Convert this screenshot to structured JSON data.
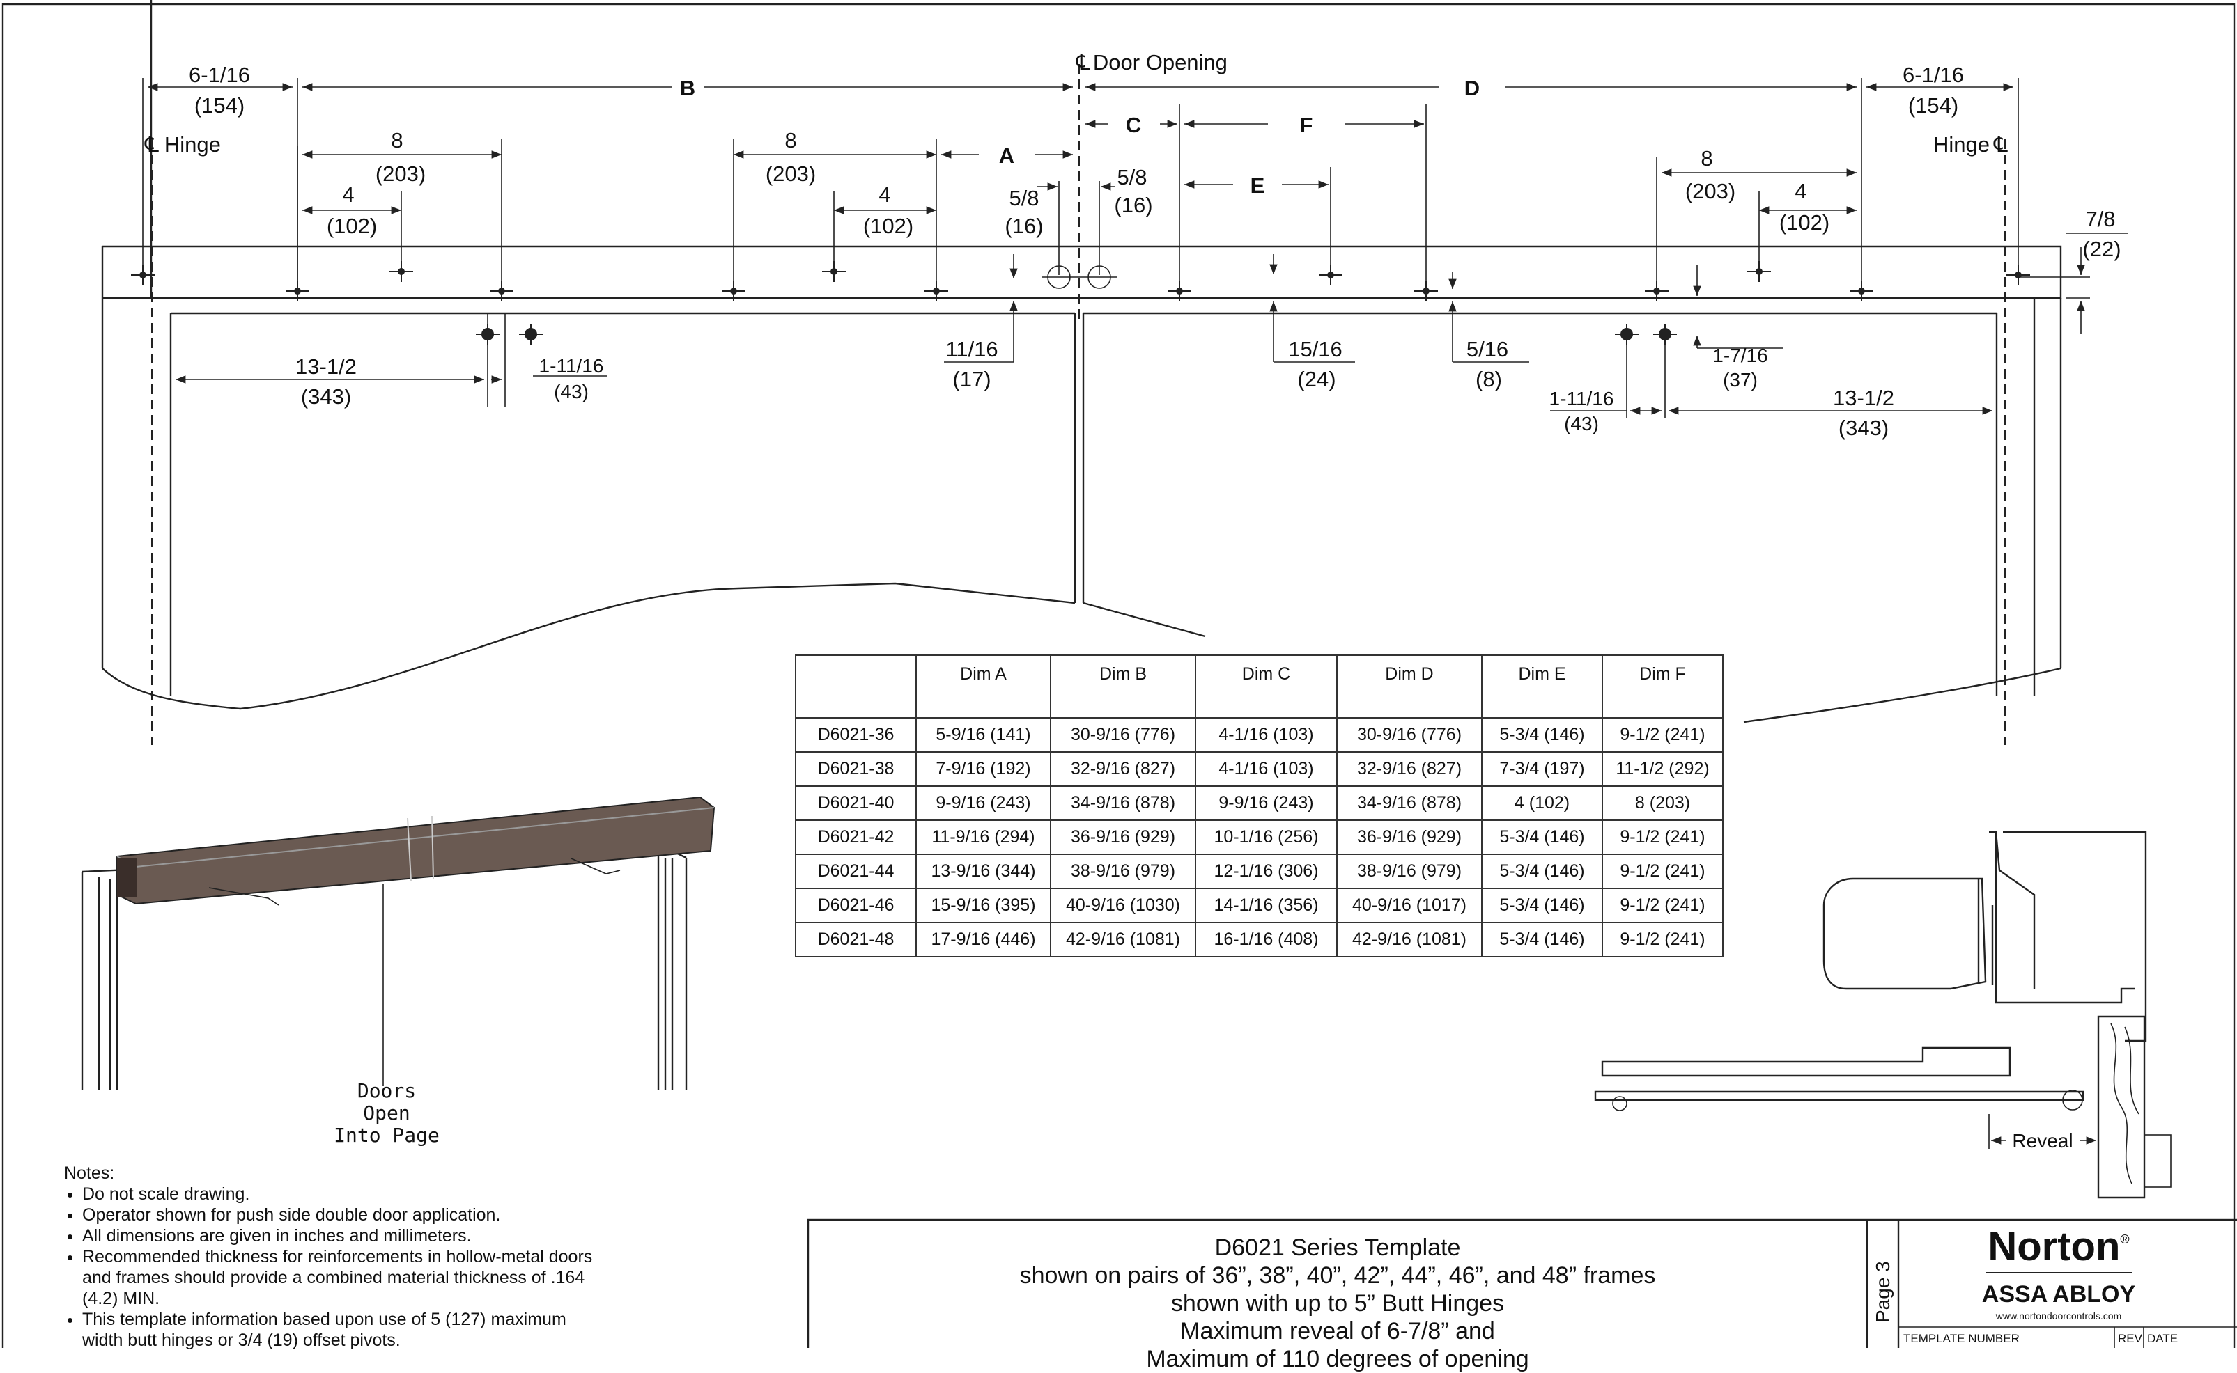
{
  "drawing": {
    "centerline_door_opening": "Door Opening",
    "centerline_hinge_left": "Hinge",
    "centerline_hinge_right": "Hinge",
    "centerline_symbol": "℄",
    "dim_labels": {
      "A": "A",
      "B": "B",
      "C": "C",
      "D": "D",
      "E": "E",
      "F": "F"
    },
    "dimensions": {
      "edge_left": [
        "6-1/16",
        "(154)"
      ],
      "edge_right": [
        "6-1/16",
        "(154)"
      ],
      "left_8_outer": [
        "8",
        "(203)"
      ],
      "left_4_outer": [
        "4",
        "(102)"
      ],
      "left_8_inner": [
        "8",
        "(203)"
      ],
      "left_4_inner": [
        "4",
        "(102)"
      ],
      "center_left": [
        "5/8",
        "(16)"
      ],
      "center_right": [
        "5/8",
        "(16)"
      ],
      "right_8": [
        "8",
        "(203)"
      ],
      "right_4": [
        "4",
        "(102)"
      ],
      "top_right": [
        "7/8",
        "(22)"
      ],
      "bottom_left_long": [
        "13-1/2",
        "(343)"
      ],
      "bottom_left_short": [
        "1-11/16",
        "(43)"
      ],
      "drop_left": [
        "11/16",
        "(17)"
      ],
      "drop_mid": [
        "15/16",
        "(24)"
      ],
      "drop_right": [
        "5/16",
        "(8)"
      ],
      "bottom_right_long": [
        "13-1/2",
        "(343)"
      ],
      "bottom_right_short": [
        "1-11/16",
        "(43)"
      ],
      "bottom_right_small": [
        "1-7/16",
        "(37)"
      ]
    },
    "doors_caption": [
      "Doors",
      "Open",
      "Into Page"
    ],
    "reveal_label": "Reveal"
  },
  "table": {
    "headers": [
      "",
      "Dim A",
      "Dim B",
      "Dim C",
      "Dim D",
      "Dim E",
      "Dim F"
    ],
    "rows": [
      [
        "D6021-36",
        "5-9/16 (141)",
        "30-9/16 (776)",
        "4-1/16 (103)",
        "30-9/16 (776)",
        "5-3/4 (146)",
        "9-1/2 (241)"
      ],
      [
        "D6021-38",
        "7-9/16 (192)",
        "32-9/16 (827)",
        "4-1/16 (103)",
        "32-9/16 (827)",
        "7-3/4 (197)",
        "11-1/2 (292)"
      ],
      [
        "D6021-40",
        "9-9/16 (243)",
        "34-9/16 (878)",
        "9-9/16 (243)",
        "34-9/16 (878)",
        "4 (102)",
        "8 (203)"
      ],
      [
        "D6021-42",
        "11-9/16 (294)",
        "36-9/16 (929)",
        "10-1/16 (256)",
        "36-9/16 (929)",
        "5-3/4 (146)",
        "9-1/2 (241)"
      ],
      [
        "D6021-44",
        "13-9/16 (344)",
        "38-9/16 (979)",
        "12-1/16 (306)",
        "38-9/16 (979)",
        "5-3/4 (146)",
        "9-1/2 (241)"
      ],
      [
        "D6021-46",
        "15-9/16 (395)",
        "40-9/16 (1030)",
        "14-1/16 (356)",
        "40-9/16 (1017)",
        "5-3/4 (146)",
        "9-1/2 (241)"
      ],
      [
        "D6021-48",
        "17-9/16 (446)",
        "42-9/16 (1081)",
        "16-1/16 (408)",
        "42-9/16 (1081)",
        "5-3/4 (146)",
        "9-1/2 (241)"
      ]
    ]
  },
  "notes": {
    "heading": "Notes:",
    "items": [
      "Do not scale drawing.",
      "Operator shown for push side double door application.",
      "All dimensions are given in inches and millimeters.",
      "Recommended thickness for reinforcements in hollow-metal doors and frames should provide a combined material thickness of .164 (4.2) MIN.",
      "This template information based upon use of 5 (127) maximum width butt hinges or 3/4 (19) offset pivots."
    ]
  },
  "title_block": {
    "lines": [
      "D6021 Series Template",
      "shown on pairs of 36”, 38”, 40”, 42”, 44”, 46”, and 48” frames",
      "shown with up to 5” Butt Hinges",
      "Maximum reveal of 6-7/8” and",
      "Maximum of 110 degrees of opening"
    ],
    "page": "Page 3",
    "brand": "Norton",
    "brand_mark": "®",
    "parent": "ASSA ABLOY",
    "website": "www.nortondoorcontrols.com",
    "template_number_label": "TEMPLATE NUMBER",
    "rev_label": "REV",
    "date_label": "DATE"
  }
}
